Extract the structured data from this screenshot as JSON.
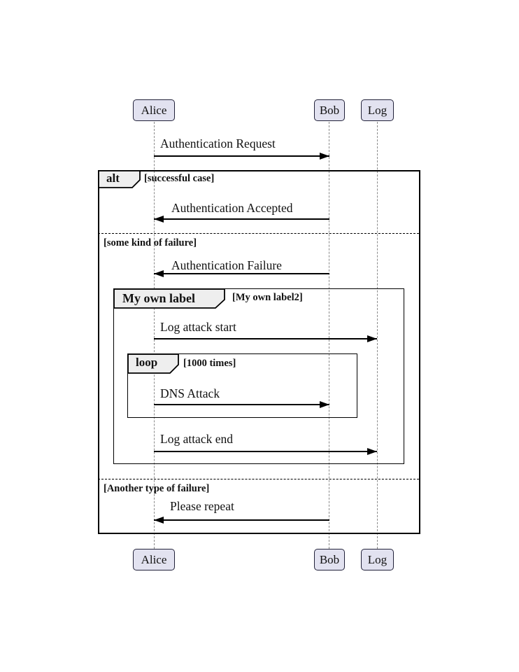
{
  "diagram": {
    "type": "uml-sequence-diagram",
    "colors": {
      "actor_fill": "#E2E2F0",
      "actor_border": "#22223a",
      "frame_label_fill": "#EEEEEE",
      "frame_border": "#000000",
      "lifeline": "#8a8a8a",
      "text": "#111111",
      "background": "#ffffff"
    },
    "participants": [
      {
        "name": "Alice"
      },
      {
        "name": "Bob"
      },
      {
        "name": "Log"
      }
    ],
    "messages": [
      {
        "label": "Authentication Request",
        "from": "Alice",
        "to": "Bob"
      },
      {
        "label": "Authentication Accepted",
        "from": "Bob",
        "to": "Alice"
      },
      {
        "label": "Authentication Failure",
        "from": "Bob",
        "to": "Alice"
      },
      {
        "label": "Log attack start",
        "from": "Alice",
        "to": "Log"
      },
      {
        "label": "DNS Attack",
        "from": "Alice",
        "to": "Bob"
      },
      {
        "label": "Log attack end",
        "from": "Alice",
        "to": "Log"
      },
      {
        "label": "Please repeat",
        "from": "Bob",
        "to": "Alice"
      }
    ],
    "frames": {
      "alt": {
        "keyword": "alt",
        "condition": "[successful case]"
      },
      "group": {
        "keyword": "My own label",
        "condition": "[My own label2]"
      },
      "loop": {
        "keyword": "loop",
        "condition": "[1000 times]"
      }
    },
    "dividers": [
      {
        "label": "[some kind of failure]"
      },
      {
        "label": "[Another type of failure]"
      }
    ]
  }
}
